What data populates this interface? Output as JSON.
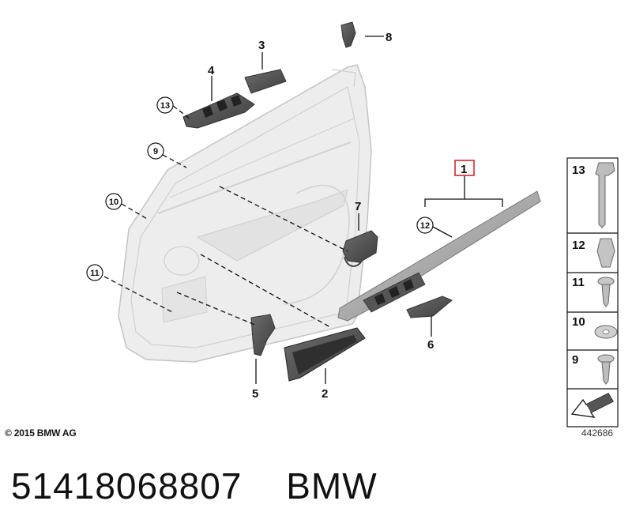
{
  "callouts": {
    "c1": "1",
    "c2": "2",
    "c3": "3",
    "c4": "4",
    "c5": "5",
    "c6": "6",
    "c7": "7",
    "c8": "8",
    "c9": "9",
    "c10": "10",
    "c11": "11",
    "c12": "12",
    "c13": "13"
  },
  "side_panel": {
    "items": [
      "13",
      "12",
      "11",
      "10",
      "9"
    ]
  },
  "copyright": "© 2015 BMW AG",
  "reference_number": "442686",
  "footer": {
    "part_number": "51418068807",
    "brand": "BMW"
  },
  "colors": {
    "highlight_box": "#d4262b",
    "line": "#111111",
    "door_panel": "#e9e9e9"
  }
}
